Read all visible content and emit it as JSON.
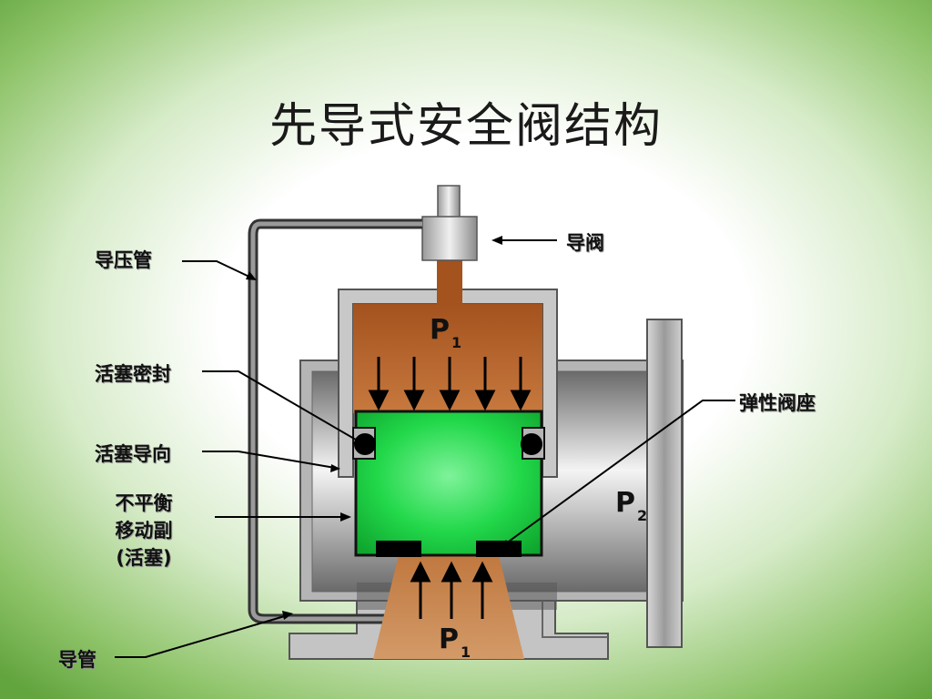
{
  "title": "先导式安全阀结构",
  "labels": {
    "pressure_tube": "导压管",
    "pilot_valve": "导阀",
    "piston_seal": "活塞密封",
    "piston_guide": "活塞导向",
    "unbalanced_line1": "不平衡",
    "unbalanced_line2": "移动副",
    "unbalanced_line3": "(活塞)",
    "elastic_seat": "弹性阀座",
    "conduit": "导管"
  },
  "pressures": {
    "p1_letter": "P",
    "p1_sub": "1",
    "p2_letter": "P",
    "p2_sub": "2"
  },
  "colors": {
    "chamber": "#b8642c",
    "piston": "#22d84a",
    "inlet": "#c88a55",
    "body_gray": "#a0a0a0"
  }
}
